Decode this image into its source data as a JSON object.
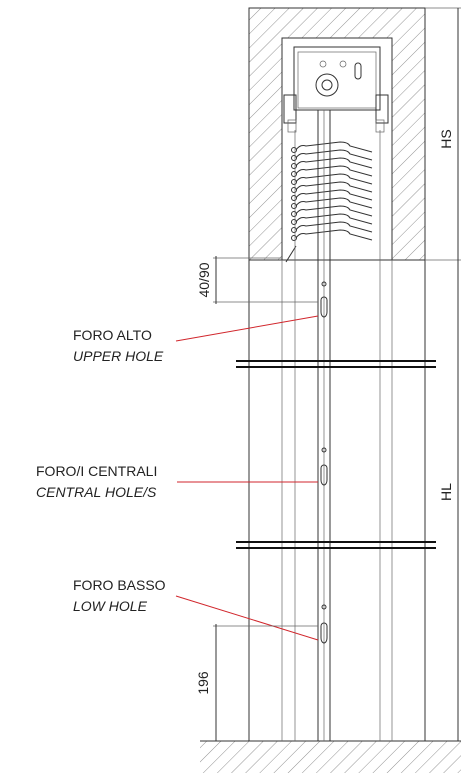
{
  "labels": {
    "upper_hole": {
      "it": "FORO ALTO",
      "en": "UPPER HOLE"
    },
    "central_holes": {
      "it": "FORO/I  CENTRALI",
      "en": "CENTRAL HOLE/S"
    },
    "low_hole": {
      "it": "FORO BASSO",
      "en": "LOW HOLE"
    }
  },
  "dimensions": {
    "hs": "HS",
    "hl": "HL",
    "top_offset": "40/90",
    "bottom_offset": "196"
  },
  "colors": {
    "leader": "#d1262c",
    "line": "#333333"
  }
}
